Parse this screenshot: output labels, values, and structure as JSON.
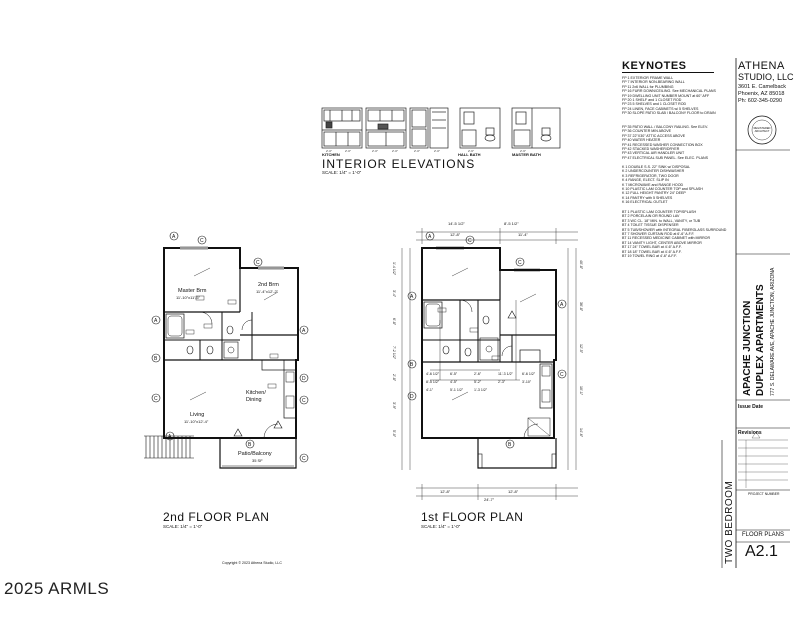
{
  "interior_elevations": {
    "title": "INTERIOR ELEVATIONS",
    "scale": "SCALE: 1/4\" = 1'-0\"",
    "labels": [
      "KITCHEN",
      "HALL BATH",
      "MASTER BATH"
    ]
  },
  "keynotes": {
    "title": "KEYNOTES",
    "group_a": [
      "FP  1  EXTERIOR FRAME WALL",
      "FP  7  INTERIOR NON-BEARING WALL",
      "FP  11  2x6 WALL for PLUMBING",
      "FP  16  FURR DOWN/CEILING. See MECHANICAL PLANS",
      "FP  19  DWELLING UNIT NUMBER MOUNT at 60\" AFF",
      "FP  20  1 SHELF and 1 CLOSET ROD",
      "FP  23  5 SHELVES and 1 CLOSET ROD",
      "FP  24  LINEN, FACE CABINETS w/ 5 SHELVES",
      "FP  30  SLOPE PATIO SLAB / BALCONY FLOOR to DRAIN"
    ],
    "group_b": [
      "FP  35  PATIO WALL / BALCONY RAILING. See ELEV.",
      "FP  36  COUNTER MIN ABOVE",
      "FP  37  22\"X30\" ATTIC ACCESS ABOVE",
      "FP  40  WATER HEATER",
      "FP  41  RECESSED WASHER CONNECTION BOX",
      "FP  42  STACKED WASHER/DRYER",
      "FP  43  VERTICAL AIR HANDLER UNIT",
      "FP  47  ELECTRICAL SUB PANEL. See ELEC. PLANS"
    ],
    "group_c": [
      "K  1  DOUBLE S.S. 22\" SINK w/ DISPOSAL",
      "K  2  UNDERCOUNTER DISHWASHER",
      "K  3  REFRIGERATOR, TWO DOOR",
      "K  4  RANGE, ELECT. SLIP IN",
      "K  7  MICROWAVE and RANGE HOOD",
      "K  10  PLASTIC LAM COUNTER TOP and SPLASH",
      "K  12  FULL HEIGHT PANTRY 24\" DEEP",
      "K  14  PANTRY with 5 SHELVES",
      "K  16  ELECTRICAL OUTLET"
    ],
    "group_d": [
      "BT  1  PLASTIC LAM COUNTER TOP/SPLASH",
      "BT  2  PORCELAIN OR ROUND LAV",
      "BT  3  WC CL. 18\" MIN. to WALL, VANITY, or TUB",
      "BT  4  TOILET TISSUE DISPENSER",
      "BT  5  TUB/SHOWER with INTEGRAL FIBERGLASS SURROUND",
      "BT  7  SHOWER CURTAIN ROD at 6'-6\" A.F.F.",
      "BT  11  RECESSED MEDICINE CABINET with MIRROR",
      "BT  14  VANITY LIGHT, CENTER ABOVE MIRROR",
      "BT  17  24\" TOWEL BAR at 4'-6\" A.F.F.",
      "BT  18  18\" TOWEL BAR at 4'-6\" A.F.F.",
      "BT  19  TOWEL RING at 4'-6\" A.F.F."
    ]
  },
  "second_floor": {
    "title": "2nd FLOOR PLAN",
    "scale": "SCALE: 1/4\" = 1'-0\"",
    "rooms": [
      {
        "name": "Master Brm",
        "size": "11'-10\"x11'-5\""
      },
      {
        "name": "2nd Brm",
        "size": "11'-4\"x12'-2\""
      },
      {
        "name": "Kitchen/ Dining",
        "size": ""
      },
      {
        "name": "Living",
        "size": "11'-10\"x12'-4\""
      },
      {
        "name": "Patio/Balcony",
        "size": "35 SF"
      }
    ],
    "grid_letters": [
      "A",
      "B",
      "C",
      "D"
    ]
  },
  "first_floor": {
    "title": "1st FLOOR PLAN",
    "scale": "SCALE: 1/4\" = 1'-0\"",
    "dims_top": [
      "14'-5 1/2\"",
      "12'-8\"",
      "8'-5 1/2\"",
      "11'-4\""
    ],
    "dims_bottom": [
      "12'-8\"",
      "24'-7\"",
      "12'-8\""
    ],
    "dims_inner": [
      "4'-6 1/2\"",
      "6'-5\"",
      "2'-6\"",
      "11'-3 1/2\"",
      "6'-6 1/2\"",
      "8'-5 1/2\"",
      "4'-5\"",
      "5'-2\"",
      "2'-3\"",
      "3'-10\"",
      "4'-1\"",
      "5'-1 1/2\"",
      "1'-3 1/2\""
    ],
    "dims_right": [
      "40'-8\"",
      "36'-8\"",
      "12'-5\"",
      "10'-1\"",
      "14'-6\""
    ],
    "dims_left": [
      "1'-4 1/2\"",
      "3'-4\"",
      "6'-8\"",
      "7'-2 1/2\"",
      "2'-8\"",
      "3'-9\"",
      "5'-0\""
    ],
    "grid_letters": [
      "A",
      "B",
      "C",
      "D"
    ]
  },
  "copyright": "Copyright © 2023 Athena Studio, LLC",
  "title_block": {
    "firm_name": "ATHENA",
    "firm_sub": "STUDIO, LLC",
    "address1": "3601 E. Camelback",
    "address2": "Phoenix, AZ 85018",
    "phone": "Ph: 602-345-0290",
    "seal_text": "REGISTERED ARCHITECT",
    "project_line1": "APACHE JUNCTION",
    "project_line2": "DUPLEX APARTMENTS",
    "project_address": "777 S. DELAWARE AVE, APACHE JUNCTION, ARIZONA",
    "issue_date_label": "Issue Date",
    "revisions_label": "Revisions",
    "project_number_label": "PROJECT NUMBER",
    "unit_type": "TWO BEDROOM",
    "sheet_title": "FLOOR PLANS",
    "sheet_number": "A2.1"
  },
  "watermark": "2025 ARMLS"
}
